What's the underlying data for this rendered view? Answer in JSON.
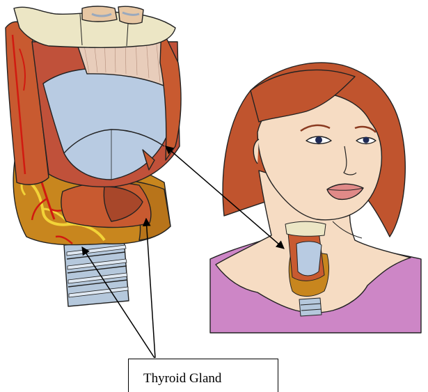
{
  "label": {
    "text": "Thyroid Gland"
  },
  "colors": {
    "skin": "#f6dcc3",
    "hair": "#c0542e",
    "shirt": "#cd86c6",
    "muscle": "#c85a30",
    "cartilage": "#b8cbe2",
    "bone": "#ece6c5",
    "gland": "#c8861e",
    "artery": "#d11a10",
    "nerve": "#f2d338"
  },
  "icons": {
    "larynx_closeup": "larynx-thyroid-illustration",
    "person": "woman-head-illustration"
  }
}
